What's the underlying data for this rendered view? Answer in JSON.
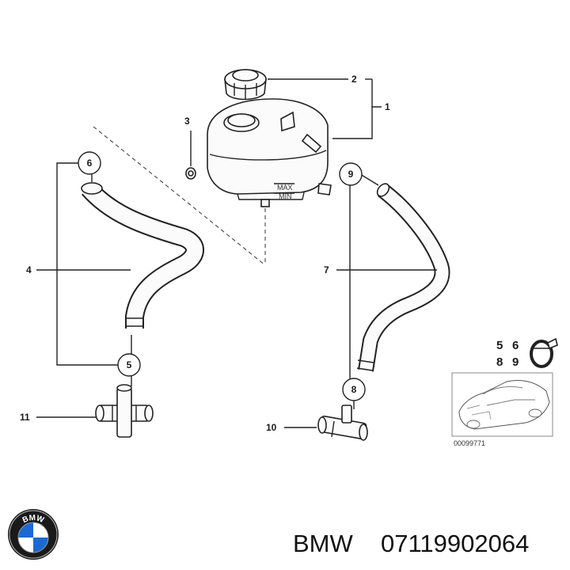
{
  "callouts": {
    "c1": "1",
    "c2": "2",
    "c3": "3",
    "c4": "4",
    "c5": "5",
    "c6": "6",
    "c7": "7",
    "c8": "8",
    "c9": "9",
    "c10": "10",
    "c11": "11"
  },
  "tank_marks": {
    "max": "MAX",
    "min": "MIN"
  },
  "inset": {
    "legend_row1": [
      "5",
      "6"
    ],
    "legend_row2": [
      "8",
      "9"
    ],
    "ref_number": "00099771"
  },
  "footer": {
    "brand": "BMW",
    "part_number": "07119902064",
    "logo_letters": "BMW"
  },
  "colors": {
    "logo_blue": "#1c69d4",
    "line": "#222222",
    "part_fill": "#fbfbfb"
  }
}
